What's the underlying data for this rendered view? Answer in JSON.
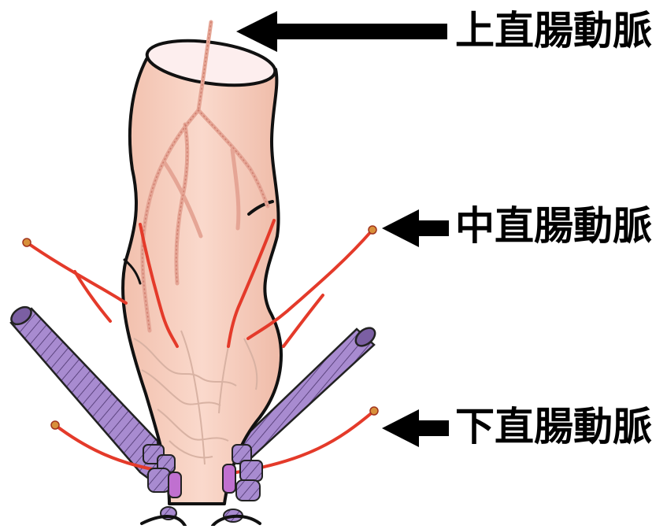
{
  "labels": {
    "superior": "上直腸動脈",
    "middle": "中直腸動脈",
    "inferior": "下直腸動脈"
  },
  "colors": {
    "artery": "#e43a2a",
    "rectum_fill": "#f7cdbf",
    "muscle": "#9f84c6",
    "sphincter": "#8c6fa8",
    "arrow": "#000000"
  }
}
